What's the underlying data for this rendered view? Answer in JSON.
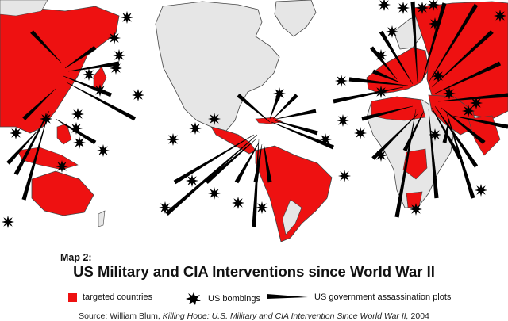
{
  "map": {
    "ocean_color": "#ffffff",
    "target_color": "#ee1111",
    "land_color": "#e6e6e6",
    "border_color": "#444444"
  },
  "caption": {
    "label": "Map 2:",
    "title": "US Military and CIA Interventions since World War II",
    "legend": {
      "targeted": "targeted countries",
      "bombings": "US bombings",
      "assassinations": "US government assassination plots"
    },
    "source": {
      "prefix": "Source:",
      "author": "William Blum,",
      "book": "Killing Hope: U.S. Military and CIA Intervention Since World War II,",
      "year": "2004"
    }
  }
}
